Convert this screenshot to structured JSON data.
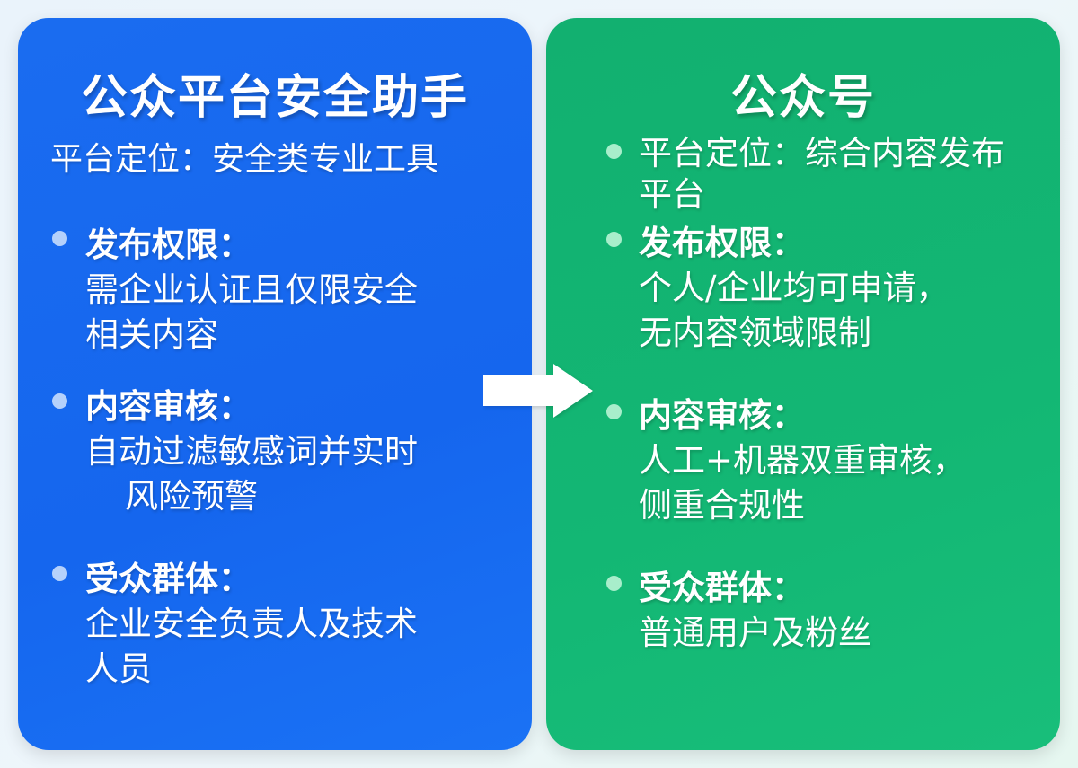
{
  "left_card": {
    "title": "公众平台安全助手",
    "positioning": "平台定位：安全类专业工具",
    "color": "#1566ee",
    "items": [
      {
        "label": "发布权限：",
        "lines": [
          "需企业认证且仅限安全",
          "相关内容"
        ]
      },
      {
        "label": "内容审核：",
        "lines": [
          "自动过滤敏感词并实时",
          "风险预警"
        ]
      },
      {
        "label": "受众群体：",
        "lines": [
          "企业安全负责人及技术",
          "人员"
        ]
      }
    ]
  },
  "right_card": {
    "title": "公众号",
    "color": "#13b774",
    "items": [
      {
        "label": "平台定位：综合内容发布",
        "lines": [
          "平台"
        ]
      },
      {
        "label": "发布权限：",
        "lines": [
          "个人/企业均可申请，",
          "无内容领域限制"
        ]
      },
      {
        "label": "内容审核：",
        "lines": [
          "人工+机器双重审核，",
          "侧重合规性"
        ]
      },
      {
        "label": "受众群体：",
        "lines": [
          "普通用户及粉丝"
        ]
      }
    ]
  },
  "connector": {
    "icon": "arrow-right-icon"
  }
}
